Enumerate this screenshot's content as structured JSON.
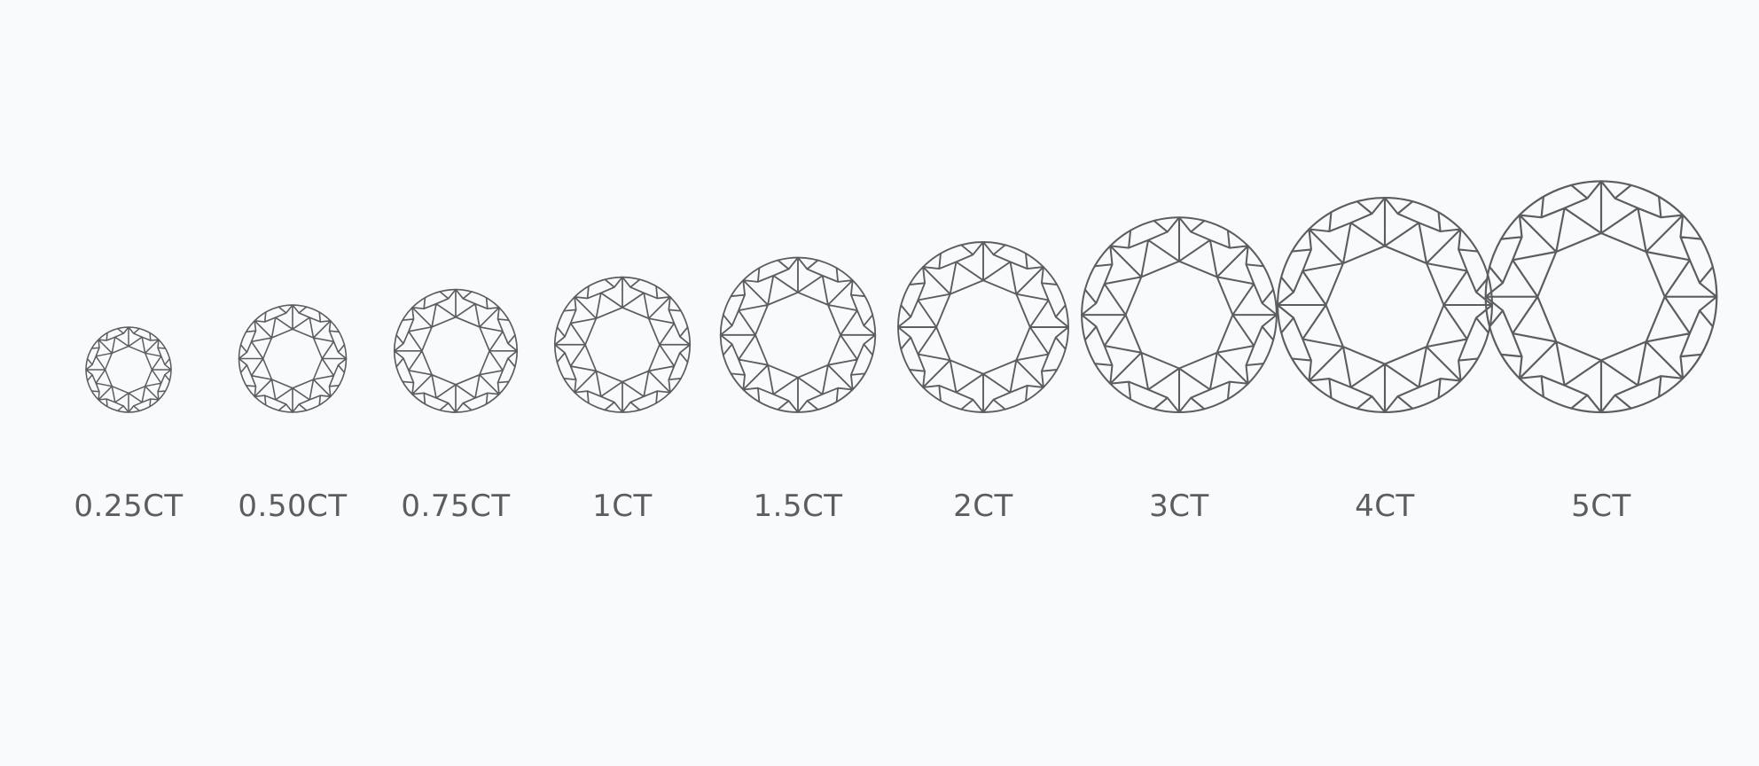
{
  "chart_data": {
    "type": "diagram",
    "shape": "round brilliant",
    "unit": "CT",
    "items": [
      {
        "label": "0.25CT",
        "carat": 0.25
      },
      {
        "label": "0.50CT",
        "carat": 0.5
      },
      {
        "label": "0.75CT",
        "carat": 0.75
      },
      {
        "label": "1CT",
        "carat": 1
      },
      {
        "label": "1.5CT",
        "carat": 1.5
      },
      {
        "label": "2CT",
        "carat": 2
      },
      {
        "label": "3CT",
        "carat": 3
      },
      {
        "label": "4CT",
        "carat": 4
      },
      {
        "label": "5CT",
        "carat": 5
      }
    ]
  },
  "colors": {
    "background": "#f9fafb",
    "outline": "#5b5d62",
    "label": "#5b5d62"
  }
}
